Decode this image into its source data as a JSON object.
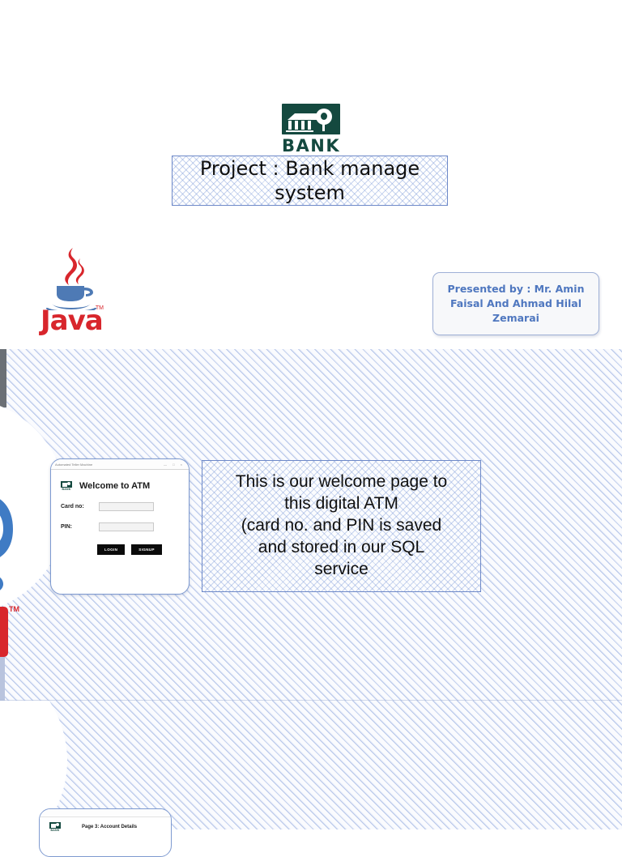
{
  "slide_title": {
    "logo": {
      "name": "bank-logo",
      "wordmark": "BANK",
      "color": "#14493f"
    },
    "title": "Project : Bank manage system",
    "java_logo": {
      "wordmark": "Java",
      "trademark": "TM",
      "red": "#d8262c",
      "blue": "#4e7ab5"
    },
    "presented_by": "Presented by : Mr. Amin Faisal And Ahmad Hilal Zemarai"
  },
  "slide_welcome": {
    "atm_window": {
      "titlebar_text": "Automated Teller Machine",
      "window_controls": "— □ ×",
      "logo_wordmark": "BANK",
      "heading": "Welcome to ATM",
      "fields": [
        {
          "label": "Card no:",
          "value": "",
          "placeholder": ""
        },
        {
          "label": "PIN:",
          "value": "",
          "placeholder": ""
        }
      ],
      "buttons": [
        {
          "label": "LOGIN"
        },
        {
          "label": "SIGNUP"
        }
      ]
    },
    "caption": "This is our welcome page to\nthis digital ATM\n(card no. and PIN is saved\nand stored in our SQL\nservice"
  },
  "slide_continuation": {
    "page3_card": {
      "title": "Page 3: Account Details",
      "logo_wordmark": "BANK"
    }
  },
  "theme": {
    "bank_green": "#14493f",
    "accent_blue": "#4f77bf",
    "hatch_blue": "#7694d6",
    "page_bg": "#ffffff",
    "stripe_bg": "#fafbfe"
  }
}
